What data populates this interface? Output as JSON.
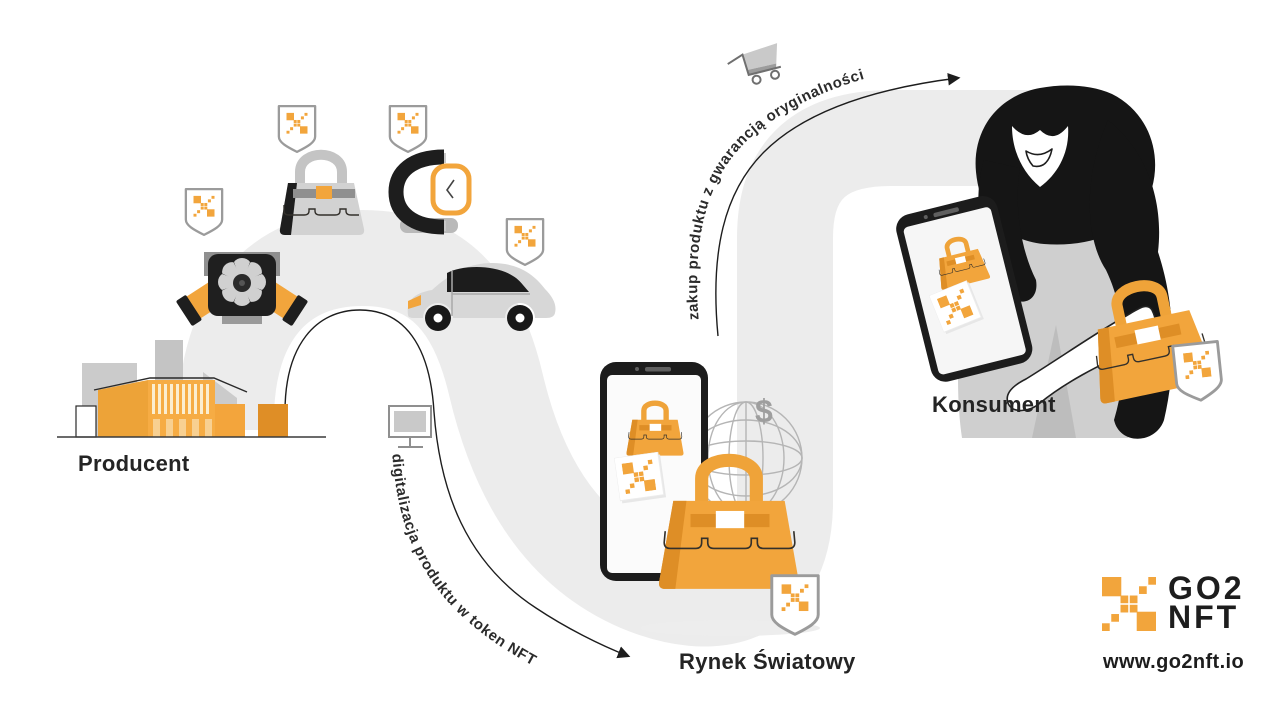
{
  "stages": {
    "producer": {
      "label": "Producent"
    },
    "market": {
      "label": "Rynek Światowy"
    },
    "consumer": {
      "label": "Konsument"
    }
  },
  "flow_labels": {
    "digitization": "digitalizacja produktu w token NFT",
    "purchase": "zakup produktu z gwarancją oryginalności"
  },
  "globe": {
    "currency_symbol": "$"
  },
  "brand": {
    "logo_line1": "GO2",
    "logo_line2": "NFT",
    "website": "www.go2nft.io"
  },
  "icons": {
    "badge": "nft-qr-shield-badge",
    "products": [
      "engine",
      "handbag",
      "smartwatch",
      "car"
    ],
    "devices": [
      "smartphone",
      "desktop-monitor"
    ],
    "other": [
      "shopping-cart",
      "globe-dollar"
    ]
  },
  "colors": {
    "accent_orange": "#F2A53C",
    "accent_orange_dark": "#DE8E26",
    "path_gray": "#ECECEC",
    "item_gray": "#D2D2D2",
    "ink": "#242424",
    "background": "#FFFFFF"
  }
}
